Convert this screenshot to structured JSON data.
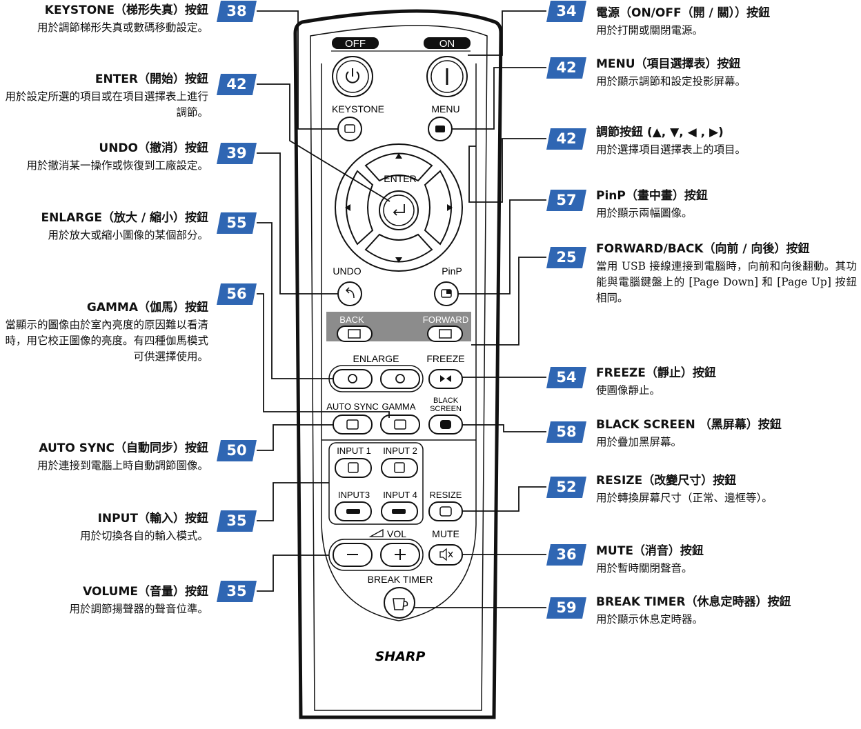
{
  "left": [
    {
      "id": "keystone",
      "page": "38",
      "title": "KEYSTONE（梯形失真）按鈕",
      "desc": "用於調節梯形失真或數碼移動設定。"
    },
    {
      "id": "enter",
      "page": "42",
      "title": "ENTER（開始）按鈕",
      "desc": "用於設定所選的項目或在項目選擇表上進行調節。"
    },
    {
      "id": "undo",
      "page": "39",
      "title": "UNDO（撤消）按鈕",
      "desc": "用於撤消某一操作或恢復到工廠設定。"
    },
    {
      "id": "enlarge",
      "page": "55",
      "title": "ENLARGE（放大 / 縮小）按鈕",
      "desc": "用於放大或縮小圖像的某個部分。"
    },
    {
      "id": "gamma",
      "page": "56",
      "title": "GAMMA（伽馬）按鈕",
      "desc": "當顯示的圖像由於室內亮度的原因難以看清時，用它校正圖像的亮度。有四種伽馬模式可供選擇使用。"
    },
    {
      "id": "autosync",
      "page": "50",
      "title": "AUTO SYNC（自動同步）按鈕",
      "desc": "用於連接到電腦上時自動調節圖像。"
    },
    {
      "id": "input",
      "page": "35",
      "title": "INPUT（輸入）按鈕",
      "desc": "用於切換各自的輸入模式。"
    },
    {
      "id": "volume",
      "page": "35",
      "title": "VOLUME（音量）按鈕",
      "desc": "用於調節揚聲器的聲音位準。"
    }
  ],
  "right": [
    {
      "id": "power",
      "page": "34",
      "title": "電源（ON/OFF（開 / 關））按鈕",
      "desc": "用於打開或關閉電源。"
    },
    {
      "id": "menu",
      "page": "42",
      "title": "MENU（項目選擇表）按鈕",
      "desc": "用於顯示調節和設定投影屏幕。"
    },
    {
      "id": "adjust",
      "page": "42",
      "title": "調節按鈕 (▲, ▼, ◀ , ▶)",
      "desc": "用於選擇項目選擇表上的項目。"
    },
    {
      "id": "pinp",
      "page": "57",
      "title": "PinP（畫中畫）按鈕",
      "desc": "用於顯示兩幅圖像。"
    },
    {
      "id": "forward",
      "page": "25",
      "title": "FORWARD/BACK（向前 / 向後）按鈕",
      "desc": "當用 USB 接線連接到電腦時，向前和向後翻動。其功能與電腦鍵盤上的 [Page Down] 和 [Page Up] 按鈕相同。"
    },
    {
      "id": "freeze",
      "page": "54",
      "title": "FREEZE（靜止）按鈕",
      "desc": "使圖像靜止。"
    },
    {
      "id": "black",
      "page": "58",
      "title": "BLACK SCREEN （黑屏幕）按鈕",
      "desc": "用於疊加黑屏幕。"
    },
    {
      "id": "resize",
      "page": "52",
      "title": "RESIZE（改變尺寸）按鈕",
      "desc": "用於轉換屏幕尺寸（正常、邊框等）。"
    },
    {
      "id": "mute",
      "page": "36",
      "title": "MUTE（消音）按鈕",
      "desc": "用於暫時關閉聲音。"
    },
    {
      "id": "breaktimer",
      "page": "59",
      "title": "BREAK TIMER（休息定時器）按鈕",
      "desc": "用於顯示休息定時器。"
    }
  ],
  "remote": {
    "off": "OFF",
    "on": "ON",
    "keystone": "KEYSTONE",
    "menu": "MENU",
    "enter": "ENTER",
    "undo": "UNDO",
    "pinp": "PinP",
    "back": "BACK",
    "forward": "FORWARD",
    "enlarge": "ENLARGE",
    "freeze": "FREEZE",
    "black1": "BLACK",
    "black2": "SCREEN",
    "autosync": "AUTO SYNC",
    "gamma": "GAMMA",
    "input1": "INPUT 1",
    "input2": "INPUT 2",
    "input3": "INPUT3",
    "input4": "INPUT 4",
    "resize": "RESIZE",
    "vol": "VOL",
    "mute": "MUTE",
    "breaktimer": "BREAK TIMER",
    "brand": "SHARP"
  },
  "colors": {
    "badge": "#2f66b3",
    "badge_dark": "#1d4a8c",
    "remote_body": "#ffffff",
    "line": "#111111",
    "panel_gray": "#8c8c8c"
  }
}
